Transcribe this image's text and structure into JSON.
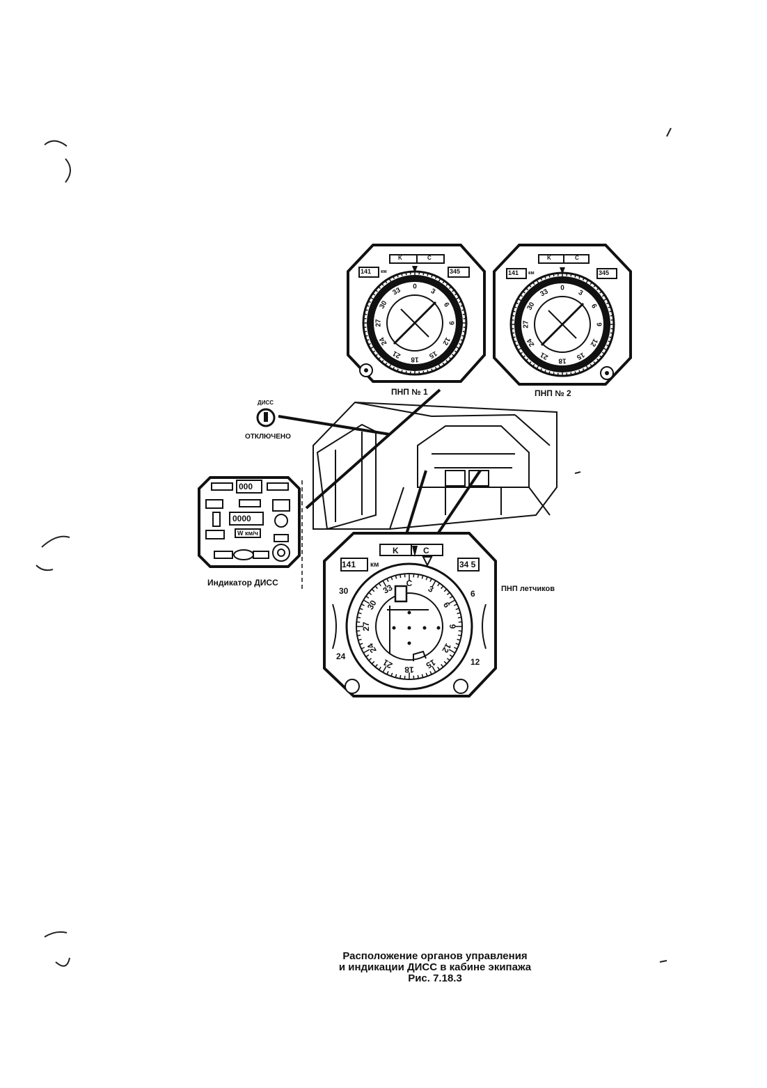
{
  "labels": {
    "pnp1": "ПНП № 1",
    "pnp2": "ПНП № 2",
    "pnp_pilots": "ПНП летчиков",
    "diss_indicator": "Индикатор ДИСС",
    "diss_switch_top": "ДИСС",
    "diss_switch_bottom": "ОТКЛЮЧЕНО"
  },
  "instrument_large": {
    "heading_marks": [
      "C",
      "3",
      "6",
      "9",
      "12",
      "15",
      "18",
      "21",
      "24",
      "27",
      "30",
      "33"
    ],
    "outer_marks": [
      "6",
      "12",
      "24",
      "30"
    ],
    "distance_counter": "141",
    "distance_unit": "км",
    "course_counter": "34 5",
    "window_left": "K",
    "window_right": "C"
  },
  "instrument_small_1": {
    "heading_marks": [
      "0",
      "3",
      "6",
      "9",
      "12",
      "15",
      "18",
      "21",
      "24",
      "27",
      "30",
      "33"
    ],
    "distance_counter": "141",
    "distance_unit": "км",
    "course_counter": "345",
    "window_left": "K",
    "window_right": "C"
  },
  "instrument_small_2": {
    "heading_marks": [
      "0",
      "3",
      "6",
      "9",
      "12",
      "15",
      "18",
      "21",
      "24",
      "27",
      "30",
      "33"
    ],
    "distance_counter": "141",
    "distance_unit": "км",
    "course_counter": "345",
    "window_left": "K",
    "window_right": "C"
  },
  "diss_panel": {
    "counter_top": "000",
    "counter_mid": "0000",
    "speed_label": "W км/ч"
  },
  "caption": {
    "line1": "Расположение органов управления",
    "line2": "и индикации ДИСС в кабине экипажа",
    "line3": "Рис. 7.18.3"
  }
}
